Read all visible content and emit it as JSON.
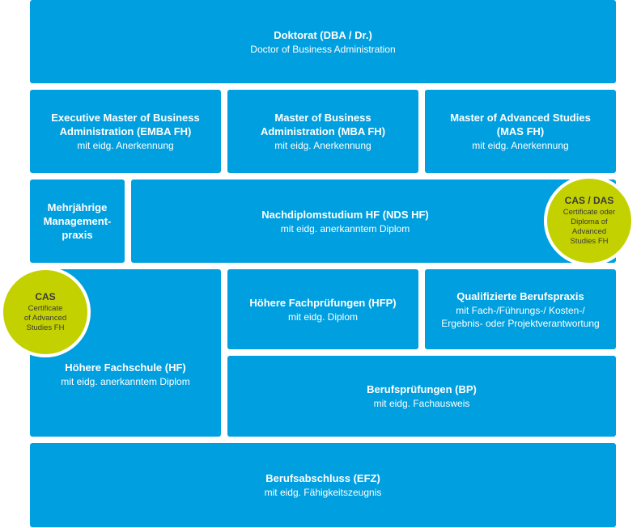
{
  "colors": {
    "box": "#009fdf",
    "badge": "#c4d100",
    "badge_text": "#3a3a3a",
    "text": "#ffffff"
  },
  "boxes": {
    "doktorat": {
      "title": "Doktorat (DBA / Dr.)",
      "sub": "Doctor of Business Administration"
    },
    "emba": {
      "title": "Executive Master of Business\nAdministration (EMBA FH)",
      "sub": "mit eidg. Anerkennung"
    },
    "mba": {
      "title": "Master of Business\nAdministration (MBA FH)",
      "sub": "mit eidg. Anerkennung"
    },
    "mas": {
      "title": "Master of Advanced Studies\n(MAS FH)",
      "sub": "mit eidg. Anerkennung"
    },
    "praxis": {
      "title": "Mehrjährige\nManagement-\npraxis"
    },
    "nds": {
      "title": "Nachdiplomstudium HF (NDS HF)",
      "sub": "mit eidg. anerkanntem Diplom"
    },
    "hf": {
      "title": "Höhere Fachschule (HF)",
      "sub": "mit eidg. anerkanntem Diplom"
    },
    "hfp": {
      "title": "Höhere Fachprüfungen (HFP)",
      "sub": "mit eidg. Diplom"
    },
    "berufspraxis": {
      "title": "Qualifizierte Berufspraxis",
      "sub": "mit Fach-/Führungs-/ Kosten-/\nErgebnis- oder Projektverantwortung"
    },
    "bp": {
      "title": "Berufsprüfungen (BP)",
      "sub": "mit eidg. Fachausweis"
    },
    "efz": {
      "title": "Berufsabschluss (EFZ)",
      "sub": "mit eidg. Fähigkeitszeugnis"
    }
  },
  "badges": {
    "cas_das": {
      "title": "CAS / DAS",
      "sub": "Certificate oder\nDiploma of Advanced\nStudies FH"
    },
    "cas": {
      "title": "CAS",
      "sub": "Certificate\nof Advanced\nStudies FH"
    }
  }
}
